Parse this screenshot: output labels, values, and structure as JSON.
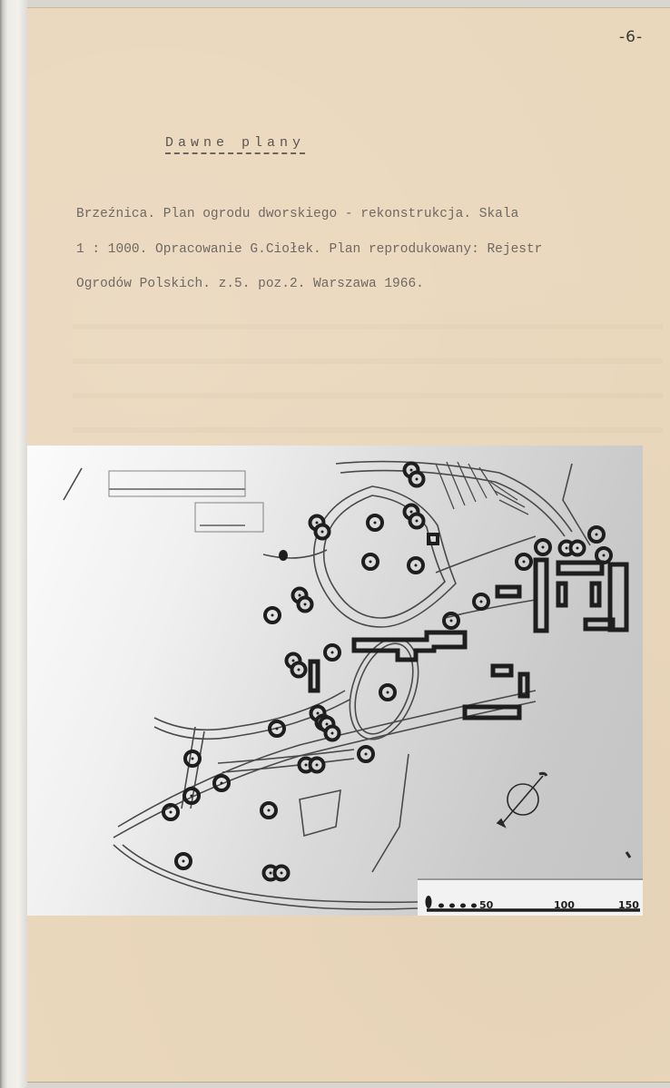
{
  "page": {
    "number": "-6-",
    "heading": "Dawne plany",
    "paragraph_lines": [
      "Brzeźnica. Plan ogrodu dworskiego - rekonstrukcja. Skala",
      "1 : 1000. Opracowanie G.Ciołek. Plan reprodukowany: Rejestr",
      "Ogrodów Polskich. z.5. poz.2. Warszawa 1966."
    ]
  },
  "plan_image": {
    "description": "Reconstructed plan of the manor garden in Brzeźnica",
    "scale_bar": {
      "labels": [
        "0",
        "50",
        "100",
        "150"
      ]
    },
    "colors": {
      "paper": "#ead8bd",
      "photo_light": "#f6f6f6",
      "photo_dark": "#c6c6c6",
      "ink": "#1e1e1e"
    }
  }
}
